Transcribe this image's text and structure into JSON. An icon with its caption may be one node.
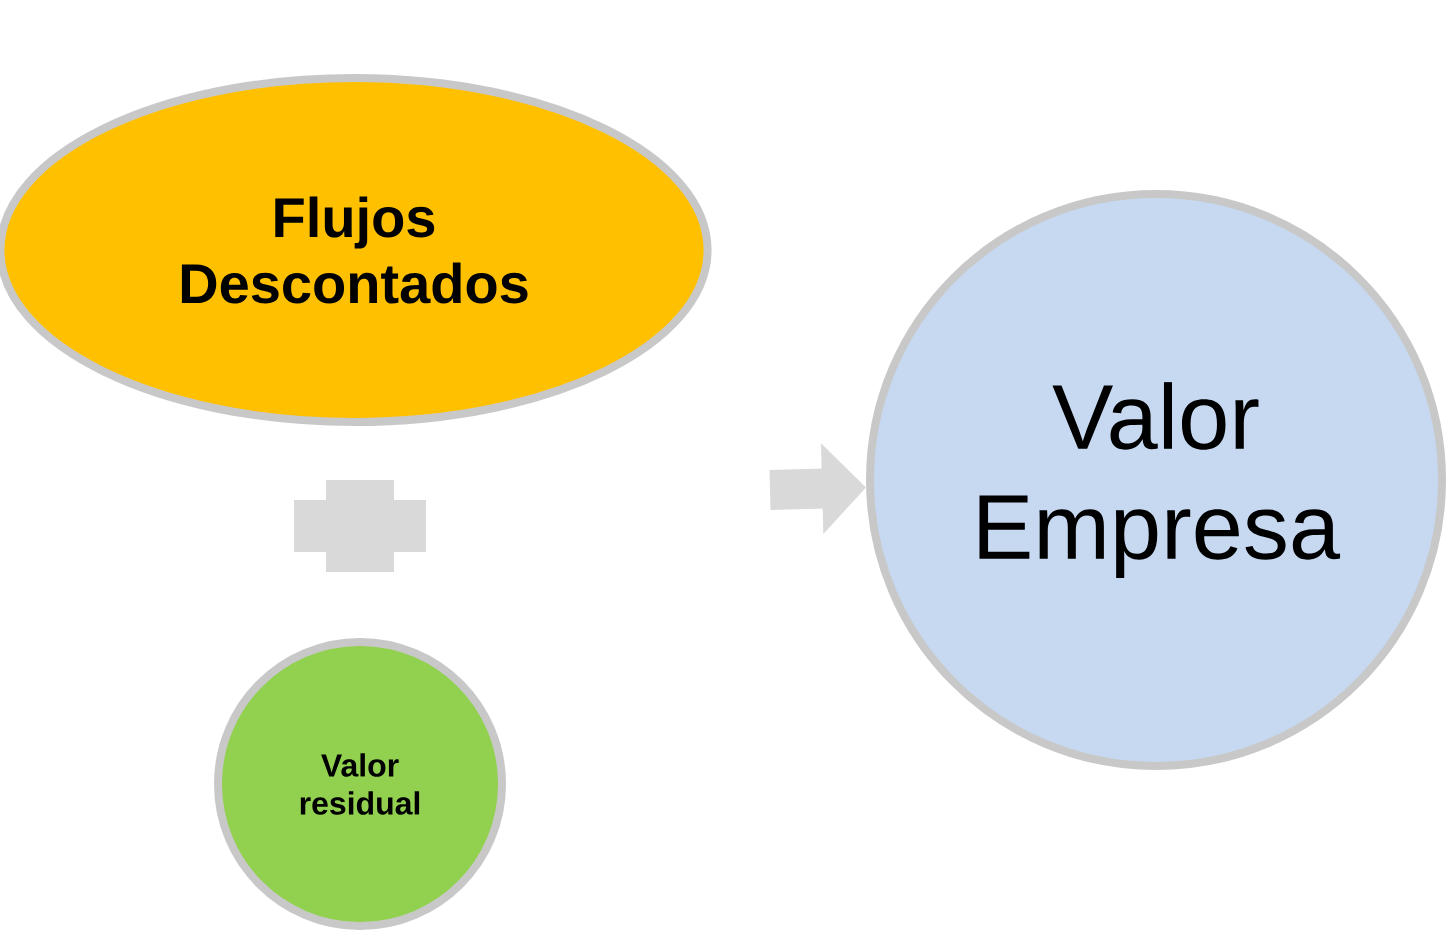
{
  "diagram": {
    "nodes": [
      {
        "text": [
          "Flujos Descontados"
        ]
      },
      {
        "text": [
          "Valor residual"
        ]
      },
      {
        "text": [
          "Valor Empresa"
        ]
      }
    ],
    "edges": [
      {
        "from": null,
        "to": 2,
        "arrow": "to"
      }
    ]
  }
}
